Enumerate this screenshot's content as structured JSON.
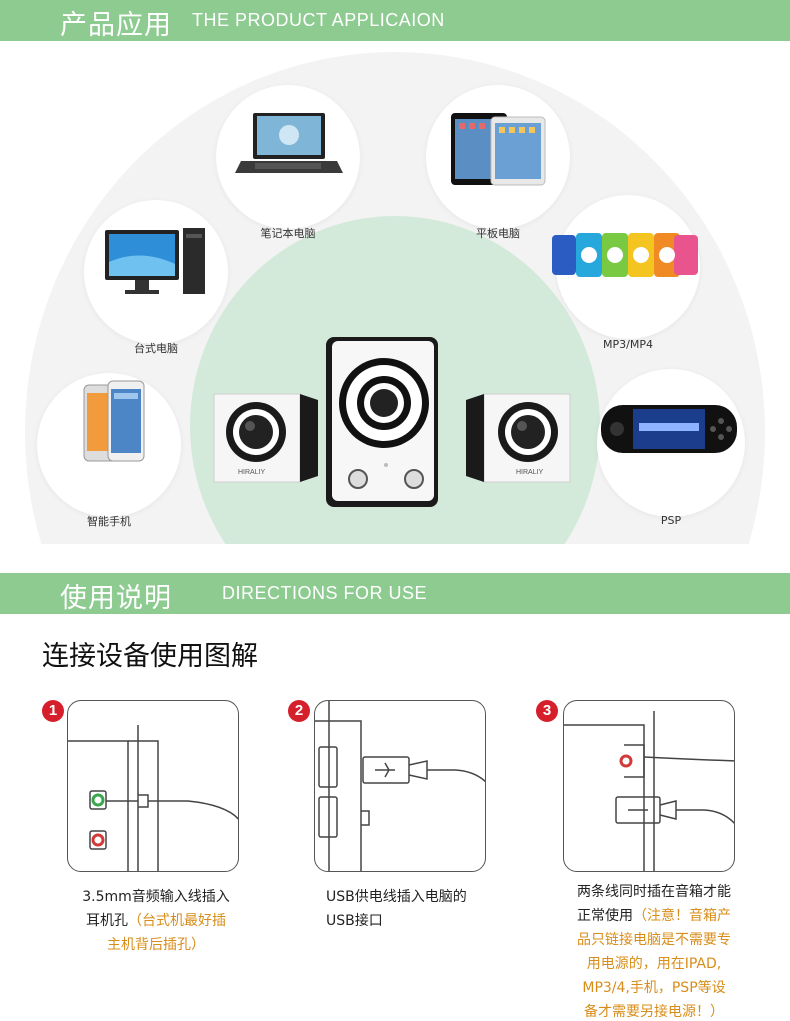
{
  "section1": {
    "title_cn": "产品应用",
    "title_en": "THE PRODUCT APPLICAION"
  },
  "devices": {
    "laptop": "笔记本电脑",
    "tablet": "平板电脑",
    "desktop": "台式电脑",
    "mp3": "MP3/MP4",
    "phone": "智能手机",
    "psp": "PSP"
  },
  "speaker_brand": "HIRALIY",
  "section2": {
    "title_cn": "使用说明",
    "title_en": "DIRECTIONS FOR USE"
  },
  "diagram_heading": "连接设备使用图解",
  "steps": [
    {
      "num": "1",
      "line1": "3.5mm音频输入线插入",
      "line2a": "耳机孔",
      "line2b": "（台式机最好插",
      "line3": "主机背后插孔）"
    },
    {
      "num": "2",
      "line1": "USB供电线插入电脑的",
      "line2": "USB接口"
    },
    {
      "num": "3",
      "line1": "两条线同时插在音箱才能",
      "line2a": "正常使用",
      "line2b": "（注意！音箱产",
      "line3": "品只链接电脑是不需要专",
      "line4": "用电源的，用在IPAD,",
      "line5": "MP3/4,手机，PSP等设",
      "line6": "备才需要另接电源！）"
    }
  ],
  "colors": {
    "banner": "#8ecb91",
    "highlight": "#d88d1a",
    "step_badge": "#d51f2b"
  }
}
